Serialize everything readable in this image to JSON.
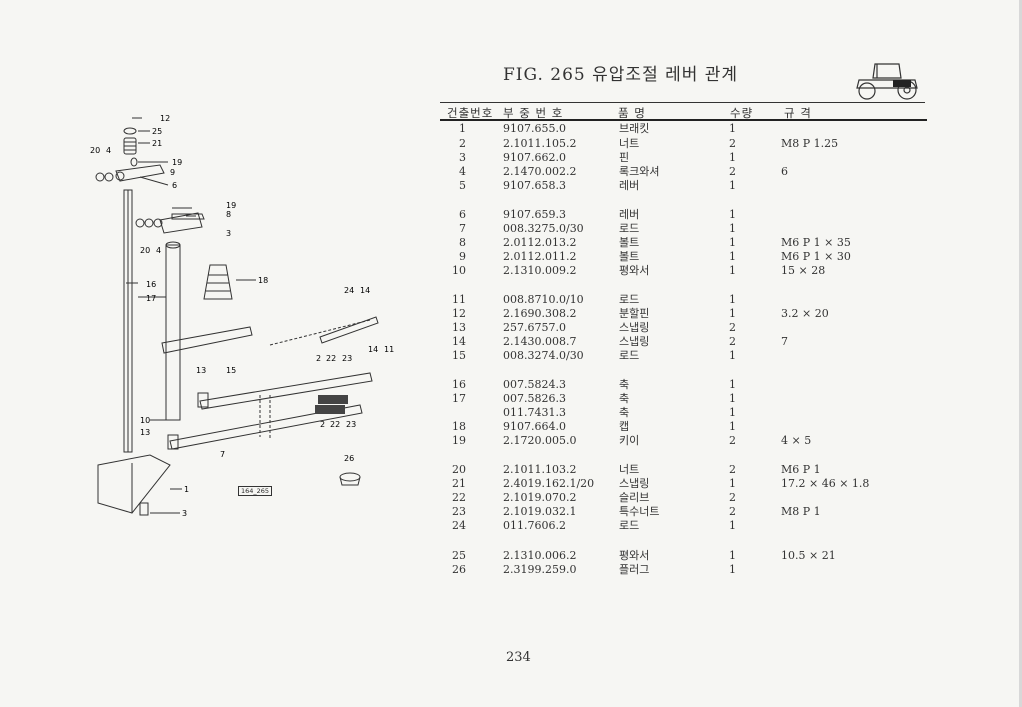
{
  "title": "FIG. 265 유압조절 레버 관계",
  "page_number": "234",
  "figure_code": "164_265",
  "headers": {
    "no": "건출번호",
    "part_no": "부 중 번 호",
    "name": "품 명",
    "qty": "수량",
    "spec": "규 격"
  },
  "rows": [
    {
      "no": "1",
      "part": "9107.655.0",
      "name": "브래킷",
      "qty": "1",
      "spec": ""
    },
    {
      "no": "2",
      "part": "2.1011.105.2",
      "name": "너트",
      "qty": "2",
      "spec": "M8 P 1.25"
    },
    {
      "no": "3",
      "part": "9107.662.0",
      "name": "핀",
      "qty": "1",
      "spec": ""
    },
    {
      "no": "4",
      "part": "2.1470.002.2",
      "name": "록크와셔",
      "qty": "2",
      "spec": "6"
    },
    {
      "no": "5",
      "part": "9107.658.3",
      "name": "레버",
      "qty": "1",
      "spec": ""
    },
    {
      "no": "6",
      "part": "9107.659.3",
      "name": "레버",
      "qty": "1",
      "spec": ""
    },
    {
      "no": "7",
      "part": "008.3275.0/30",
      "name": "로드",
      "qty": "1",
      "spec": ""
    },
    {
      "no": "8",
      "part": "2.0112.013.2",
      "name": "볼트",
      "qty": "1",
      "spec": "M6 P 1 × 35"
    },
    {
      "no": "9",
      "part": "2.0112.011.2",
      "name": "볼트",
      "qty": "1",
      "spec": "M6 P 1 × 30"
    },
    {
      "no": "10",
      "part": "2.1310.009.2",
      "name": "평와서",
      "qty": "1",
      "spec": "15 × 28"
    },
    {
      "no": "11",
      "part": "008.8710.0/10",
      "name": "로드",
      "qty": "1",
      "spec": ""
    },
    {
      "no": "12",
      "part": "2.1690.308.2",
      "name": "분할핀",
      "qty": "1",
      "spec": "3.2 × 20"
    },
    {
      "no": "13",
      "part": "257.6757.0",
      "name": "스냅링",
      "qty": "2",
      "spec": ""
    },
    {
      "no": "14",
      "part": "2.1430.008.7",
      "name": "스냅링",
      "qty": "2",
      "spec": "7"
    },
    {
      "no": "15",
      "part": "008.3274.0/30",
      "name": "로드",
      "qty": "1",
      "spec": ""
    },
    {
      "no": "16",
      "part": "007.5824.3",
      "name": "축",
      "qty": "1",
      "spec": ""
    },
    {
      "no": "17",
      "part": "007.5826.3",
      "name": "축",
      "qty": "1",
      "spec": ""
    },
    {
      "no": "",
      "part": "011.7431.3",
      "name": "축",
      "qty": "1",
      "spec": ""
    },
    {
      "no": "18",
      "part": "9107.664.0",
      "name": "캡",
      "qty": "1",
      "spec": ""
    },
    {
      "no": "19",
      "part": "2.1720.005.0",
      "name": "키이",
      "qty": "2",
      "spec": "4 × 5"
    },
    {
      "no": "20",
      "part": "2.1011.103.2",
      "name": "너트",
      "qty": "2",
      "spec": "M6 P 1"
    },
    {
      "no": "21",
      "part": "2.4019.162.1/20",
      "name": "스냅링",
      "qty": "1",
      "spec": "17.2 × 46 × 1.8"
    },
    {
      "no": "22",
      "part": "2.1019.070.2",
      "name": "슬리브",
      "qty": "2",
      "spec": ""
    },
    {
      "no": "23",
      "part": "2.1019.032.1",
      "name": "특수너트",
      "qty": "2",
      "spec": "M8 P 1"
    },
    {
      "no": "24",
      "part": "011.7606.2",
      "name": "로드",
      "qty": "1",
      "spec": ""
    },
    {
      "no": "25",
      "part": "2.1310.006.2",
      "name": "평와서",
      "qty": "1",
      "spec": "10.5 × 21"
    },
    {
      "no": "26",
      "part": "2.3199.259.0",
      "name": "플러그",
      "qty": "1",
      "spec": ""
    }
  ],
  "callouts": {
    "c12": "12",
    "c25": "25",
    "c21": "21",
    "c20a": "20",
    "c4a": "4",
    "c19a": "19",
    "c9": "9",
    "c6": "6",
    "c19b": "19",
    "c8": "8",
    "c3a": "3",
    "c20b": "20",
    "c4b": "4",
    "c18": "18",
    "c16": "16",
    "c17": "17",
    "c24": "24",
    "c14a": "14",
    "c14b": "14",
    "c11": "11",
    "c2a": "2",
    "c22a": "22",
    "c23a": "23",
    "c13a": "13",
    "c15": "15",
    "c10": "10",
    "c13b": "13",
    "c2b": "2",
    "c22b": "22",
    "c23b": "23",
    "c7": "7",
    "c26": "26",
    "c1": "1",
    "c3b": "3"
  }
}
